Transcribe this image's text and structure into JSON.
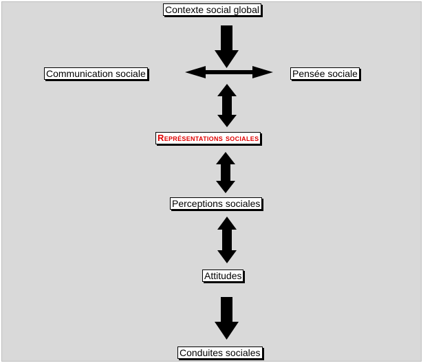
{
  "diagram": {
    "nodes": {
      "contexte": "Contexte social global",
      "communication": "Communication sociale",
      "pensee": "Pensée sociale",
      "representations": "Représentations sociales",
      "perceptions": "Perceptions sociales",
      "attitudes": "Attitudes",
      "conduites": "Conduites sociales"
    },
    "colors": {
      "background": "#d9d9d9",
      "highlight_text": "#e00000",
      "arrow": "#000000"
    }
  }
}
